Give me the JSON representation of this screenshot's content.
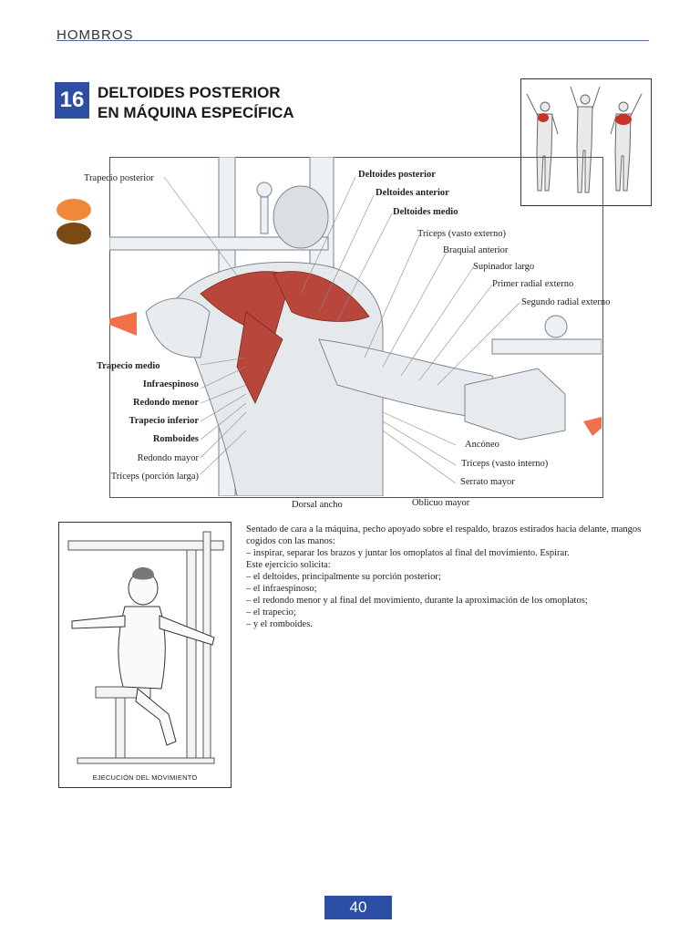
{
  "header": {
    "section": "HOMBROS"
  },
  "exercise": {
    "number": "16",
    "title_line1": "DELTOIDES POSTERIOR",
    "title_line2": "EN MÁQUINA ESPECÍFICA"
  },
  "labels": {
    "left": [
      "Trapecio posterior",
      "Trapecio medio",
      "Infraespinoso",
      "Redondo menor",
      "Trapecio inferior",
      "Romboides",
      "Redondo mayor",
      "Tríceps (porción larga)"
    ],
    "right": [
      "Deltoides posterior",
      "Deltoides anterior",
      "Deltoides medio",
      "Tríceps (vasto externo)",
      "Braquial anterior",
      "Supinador largo",
      "Primer radial externo",
      "Segundo radial externo",
      "Ancóneo",
      "Tríceps (vasto interno)",
      "Serrato mayor"
    ],
    "bottom": [
      "Dorsal ancho",
      "Oblicuo mayor"
    ]
  },
  "description": {
    "intro": "Sentado de cara a la máquina, pecho apoyado sobre el respaldo, brazos estirados hacia delante, mangos cogidos con las manos:",
    "step": "– inspirar, separar los brazos y juntar los omoplatos al final del movimiento. Espirar.",
    "requires": "Este ejercicio solicita:",
    "items": [
      "– el deltoides, principalmente su porción posterior;",
      "– el infraespinoso;",
      "– el redondo menor y al final del movimiento, durante la aproximación de los omoplatos;",
      "– el trapecio;",
      "– y el romboides."
    ]
  },
  "execution_caption": "EJECUCIÓN DEL MOVIMIENTO",
  "page_number": "40",
  "colors": {
    "accent": "#2c4ea5",
    "muscle": "#b8463a",
    "orange": "#f0883a",
    "brown": "#7a4a14"
  }
}
